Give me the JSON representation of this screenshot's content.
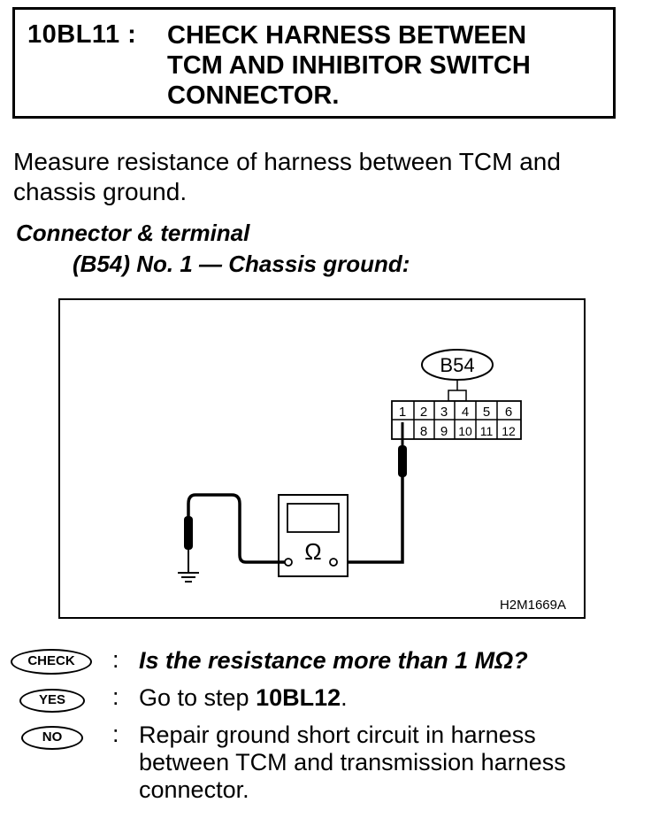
{
  "step": {
    "number": "10BL11 :",
    "title_lines": [
      "CHECK HARNESS BETWEEN",
      "TCM AND INHIBITOR SWITCH",
      "CONNECTOR."
    ]
  },
  "instruction_lines": [
    "Measure resistance of harness between TCM and",
    "chassis ground."
  ],
  "connector": {
    "heading": "Connector & terminal",
    "detail": "(B54) No. 1 — Chassis ground:"
  },
  "figure": {
    "connector_label": "B54",
    "terminals_top": [
      "1",
      "2",
      "3",
      "4",
      "5",
      "6"
    ],
    "terminals_bottom": [
      "",
      "8",
      "9",
      "10",
      "11",
      "12"
    ],
    "meter_symbol": "Ω",
    "figure_code": "H2M1669A"
  },
  "answers": {
    "check": {
      "badge": "CHECK",
      "colon": ":",
      "text": "Is the resistance more than 1 MΩ?"
    },
    "yes": {
      "badge": "YES",
      "colon": ":",
      "text_prefix": "Go to step ",
      "text_step": "10BL12",
      "text_suffix": "."
    },
    "no": {
      "badge": "NO",
      "colon": ":",
      "text_lines": [
        "Repair ground short circuit in harness",
        "between TCM and transmission harness",
        "connector."
      ]
    }
  }
}
